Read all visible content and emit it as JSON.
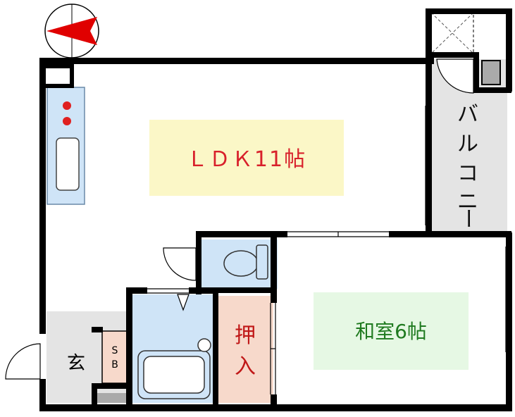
{
  "rooms": {
    "ldk": {
      "label": "ＬＤＫ11帖",
      "bg": "#fbf7c7",
      "color": "#d8202b"
    },
    "washitsu": {
      "label": "和室6帖",
      "bg": "#e6f8e4",
      "color": "#1f7a1f"
    },
    "oshiire": {
      "label_line1": "押",
      "label_line2": "入",
      "bg": "#f7d9cb",
      "color": "#c01818"
    },
    "balcony": {
      "label": "バルコニー",
      "color": "#111111"
    },
    "genkan": {
      "label": "玄"
    },
    "shoebox": {
      "label_line1": "S",
      "label_line2": "B"
    }
  },
  "colors": {
    "wall": "#000000",
    "wet_area": "#cfe4f7",
    "gray_floor": "#e4e4e4",
    "compass_arrow": "#e00000",
    "stove_burner": "#e02020"
  },
  "compass": {
    "direction": "west"
  }
}
